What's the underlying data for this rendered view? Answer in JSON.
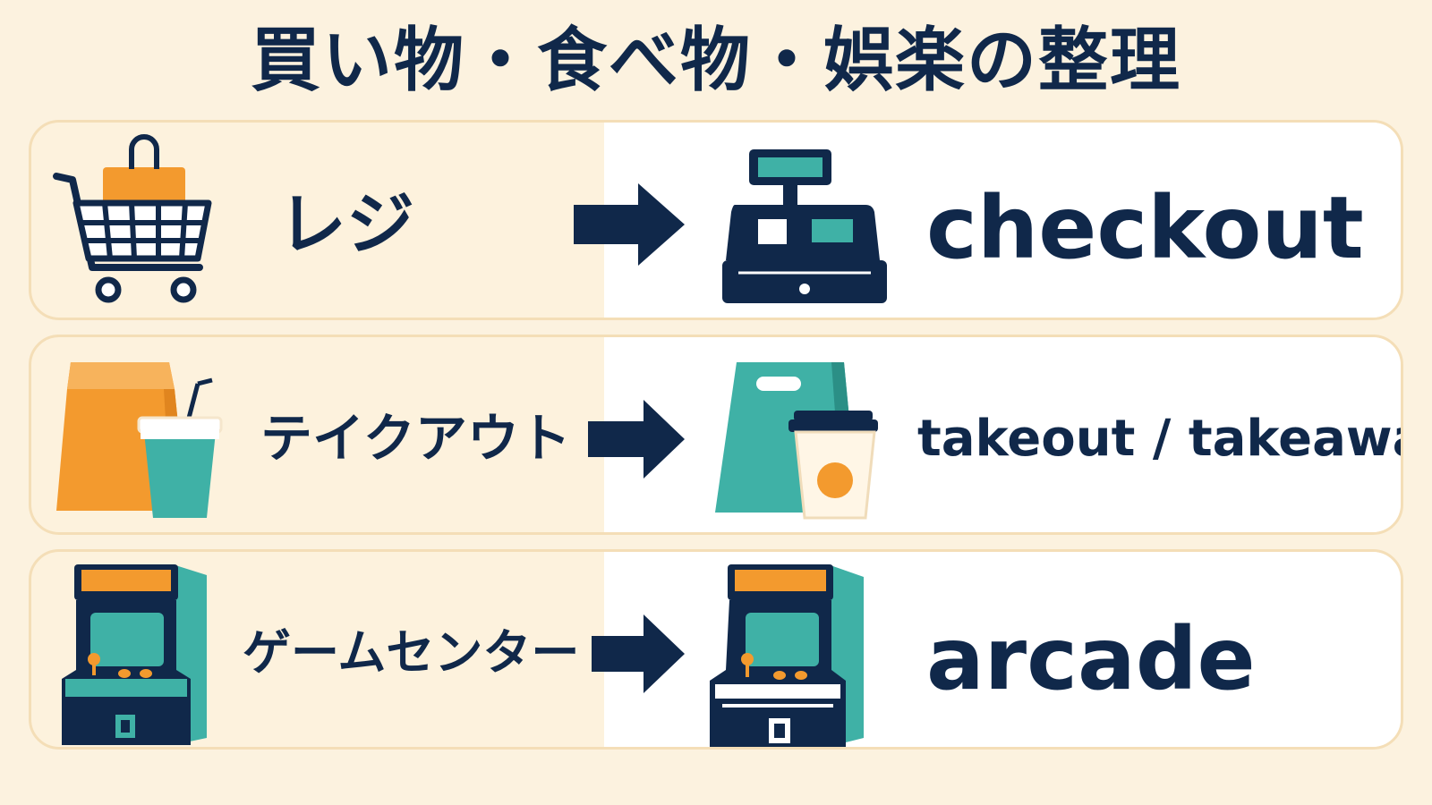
{
  "title": "買い物・食べ物・娯楽の整理",
  "rows": [
    {
      "jp": "レジ",
      "en": "checkout",
      "left_icon": "shopping-cart-icon",
      "right_icon": "cash-register-icon"
    },
    {
      "jp": "テイクアウト",
      "en": "takeout / takeaway",
      "left_icon": "paper-bag-cup-icon",
      "right_icon": "takeout-bag-coffee-icon"
    },
    {
      "jp": "ゲームセンター",
      "en": "arcade",
      "left_icon": "arcade-cabinet-icon",
      "right_icon": "arcade-cabinet-icon"
    }
  ],
  "colors": {
    "navy": "#10284a",
    "orange": "#f39a2e",
    "teal": "#3fb1a6",
    "panel": "#fdf2dd",
    "background": "#fcf2df"
  }
}
